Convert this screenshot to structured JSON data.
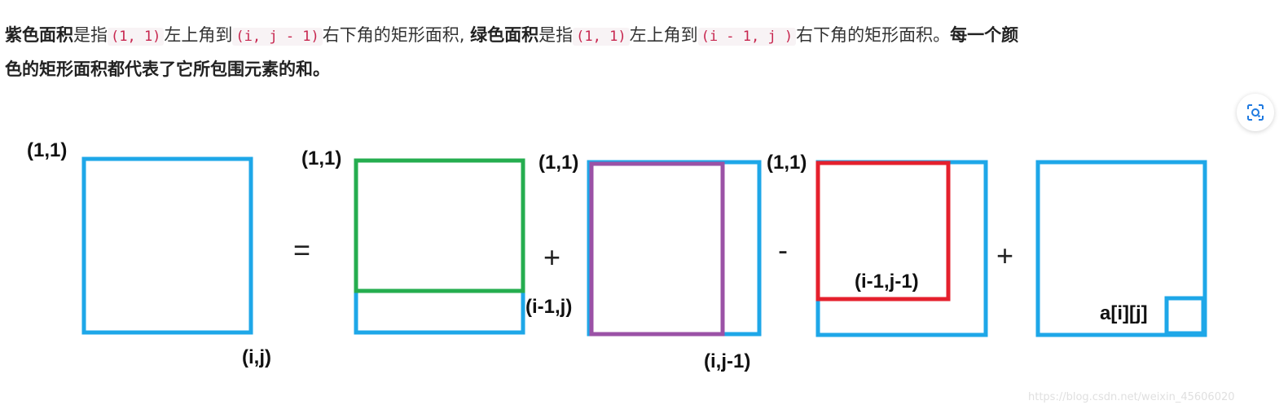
{
  "description": {
    "purple_term": "紫色面积",
    "text_1": "是指",
    "code_1": "(1, 1)",
    "text_2": "左上角到",
    "code_2": "(i, j - 1)",
    "text_3": "右下角的矩形面积,",
    "green_term": "绿色面积",
    "text_4": "是指",
    "code_3": "(1, 1)",
    "text_5": "左上角到",
    "code_4": "(i - 1, j )",
    "text_6": "右下角的矩形面积。",
    "bold_line_1": "每一个颜",
    "bold_line_2": "色的矩形面积都代表了它所包围元素的和。"
  },
  "diagram": {
    "labels": {
      "box1_top": "(1,1)",
      "box1_bottom": "(i,j)",
      "box2_top": "(1,1)",
      "box2_bottom": "(i-1,j)",
      "box3_top": "(1,1)",
      "box3_bottom": "(i,j-1)",
      "box4_top": "(1,1)",
      "box4_inner": "(i-1,j-1)",
      "box5_cell": "a[i][j]"
    },
    "operators": {
      "equals": "=",
      "plus_1": "+",
      "minus": "-",
      "plus_2": "+"
    },
    "colors": {
      "blue": "#1ea7e8",
      "green": "#25ad4f",
      "purple": "#9b52a6",
      "red": "#e5202d"
    }
  },
  "toolbar": {
    "scan_icon": "scan-image-icon"
  },
  "watermark": "https://blog.csdn.net/weixin_45606020"
}
